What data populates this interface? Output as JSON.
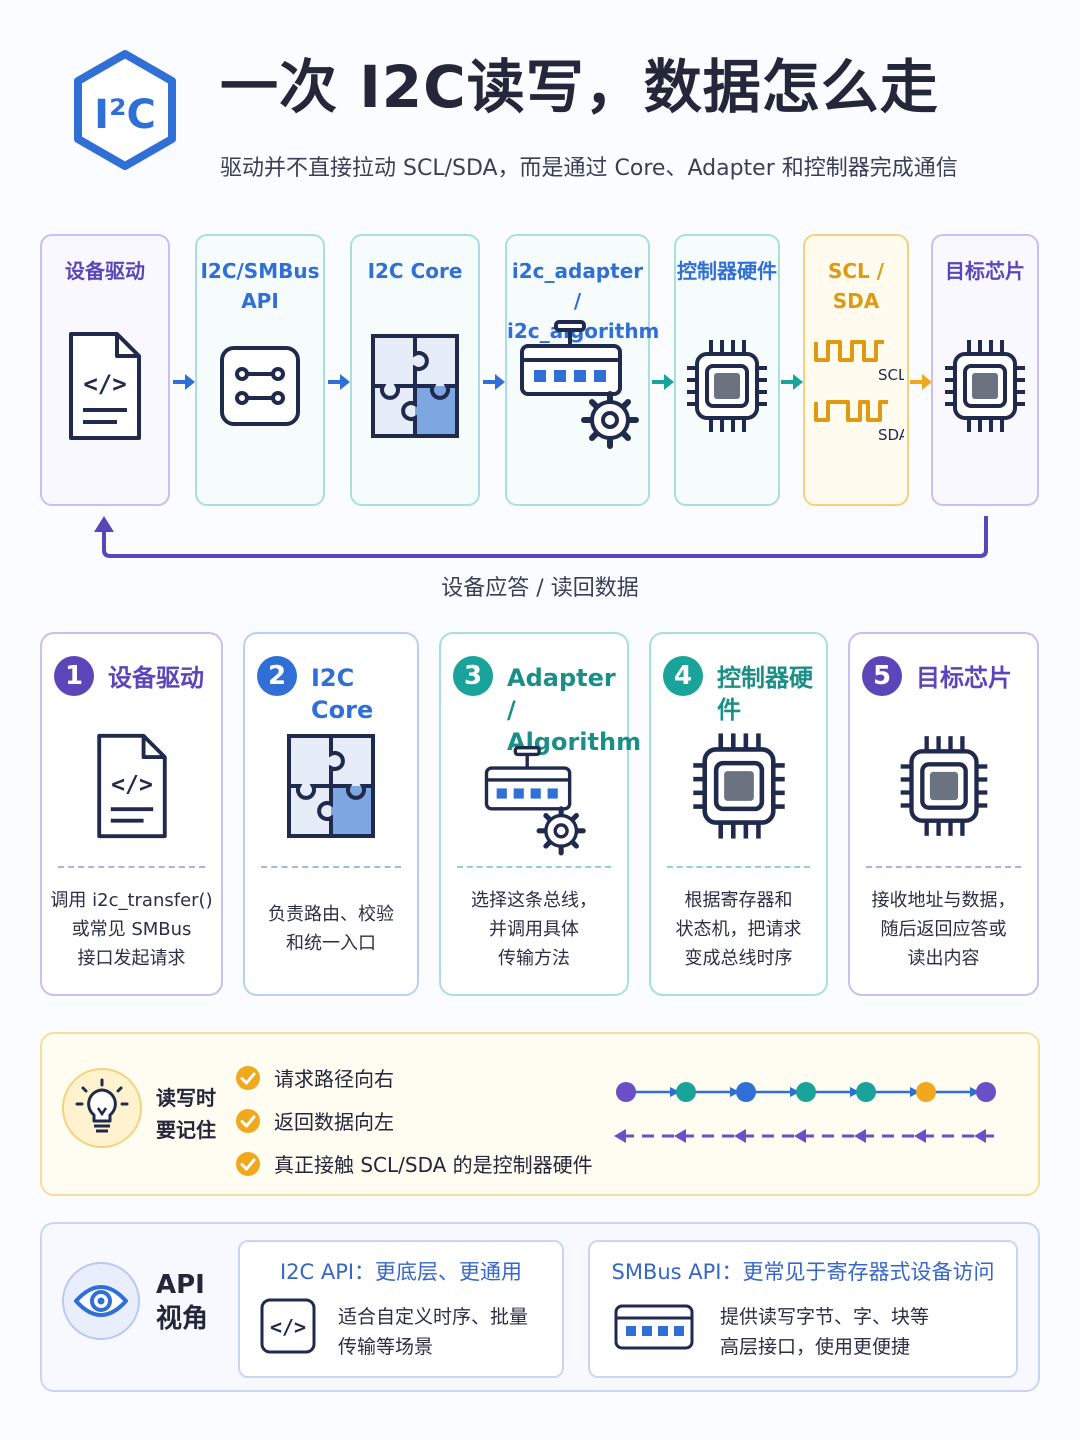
{
  "header": {
    "logo_text": "I²C",
    "title": "一次 I2C读写，数据怎么走",
    "subtitle": "驱动并不直接拉动 SCL/SDA，而是通过 Core、Adapter 和控制器完成通信"
  },
  "flow": {
    "stages": [
      {
        "title": "设备驱动",
        "icon": "code-file-icon"
      },
      {
        "title": "I2C/SMBus API",
        "icon": "api-link-icon"
      },
      {
        "title": "I2C Core",
        "icon": "puzzle-icon"
      },
      {
        "title": "i2c_adapter / i2c_algorithm",
        "icon": "adapter-gear-icon"
      },
      {
        "title": "控制器硬件",
        "icon": "chip-icon"
      },
      {
        "title": "SCL / SDA",
        "icon": "waveform-icon",
        "scl_label": "SCL",
        "sda_label": "SDA"
      },
      {
        "title": "目标芯片",
        "icon": "chip-icon"
      }
    ],
    "return_label": "设备应答 / 读回数据"
  },
  "cards": [
    {
      "num": "1",
      "title": "设备驱动",
      "icon": "code-file-icon",
      "desc": "调用 i2c_transfer()\n或常见 SMBus\n接口发起请求"
    },
    {
      "num": "2",
      "title": "I2C Core",
      "icon": "puzzle-icon",
      "desc": "负责路由、校验\n和统一入口"
    },
    {
      "num": "3",
      "title": "Adapter /\nAlgorithm",
      "icon": "adapter-gear-icon",
      "desc": "选择这条总线，\n并调用具体\n传输方法"
    },
    {
      "num": "4",
      "title": "控制器硬件",
      "icon": "chip-icon",
      "desc": "根据寄存器和\n状态机，把请求\n变成总线时序"
    },
    {
      "num": "5",
      "title": "目标芯片",
      "icon": "chip-icon",
      "desc": "接收地址与数据，\n随后返回应答或\n读出内容"
    }
  ],
  "tips": {
    "heading": "读写时\n要记住",
    "items": [
      "请求路径向右",
      "返回数据向左",
      "真正接触 SCL/SDA 的是控制器硬件"
    ]
  },
  "api": {
    "heading": "API\n视角",
    "i2c": {
      "title": "I2C API：更底层、更通用",
      "desc": "适合自定义时序、批量\n传输等场景"
    },
    "smbus": {
      "title": "SMBus API：更常见于寄存器式设备访问",
      "desc": "提供读写字节、字、块等\n高层接口，使用更便捷"
    }
  },
  "colors": {
    "purple": "#6a4fc8",
    "blue": "#2f6fd6",
    "teal": "#1aa39a",
    "amber": "#f0a81c",
    "navy": "#1f2a4d"
  }
}
